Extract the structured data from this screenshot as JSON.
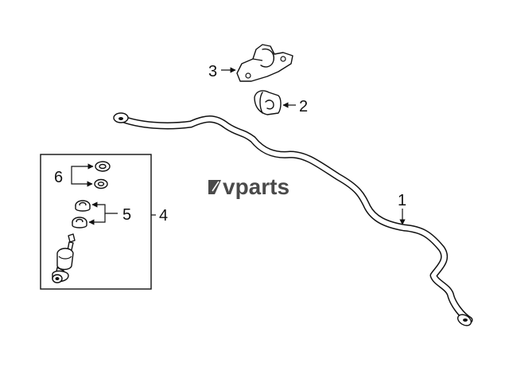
{
  "callouts": {
    "one": "1",
    "two": "2",
    "three": "3",
    "four": "4",
    "five": "5",
    "six": "6"
  },
  "watermark": {
    "text": "vparts"
  },
  "colors": {
    "line": "#111111",
    "background": "#ffffff",
    "watermark": "#4a4a4a"
  }
}
